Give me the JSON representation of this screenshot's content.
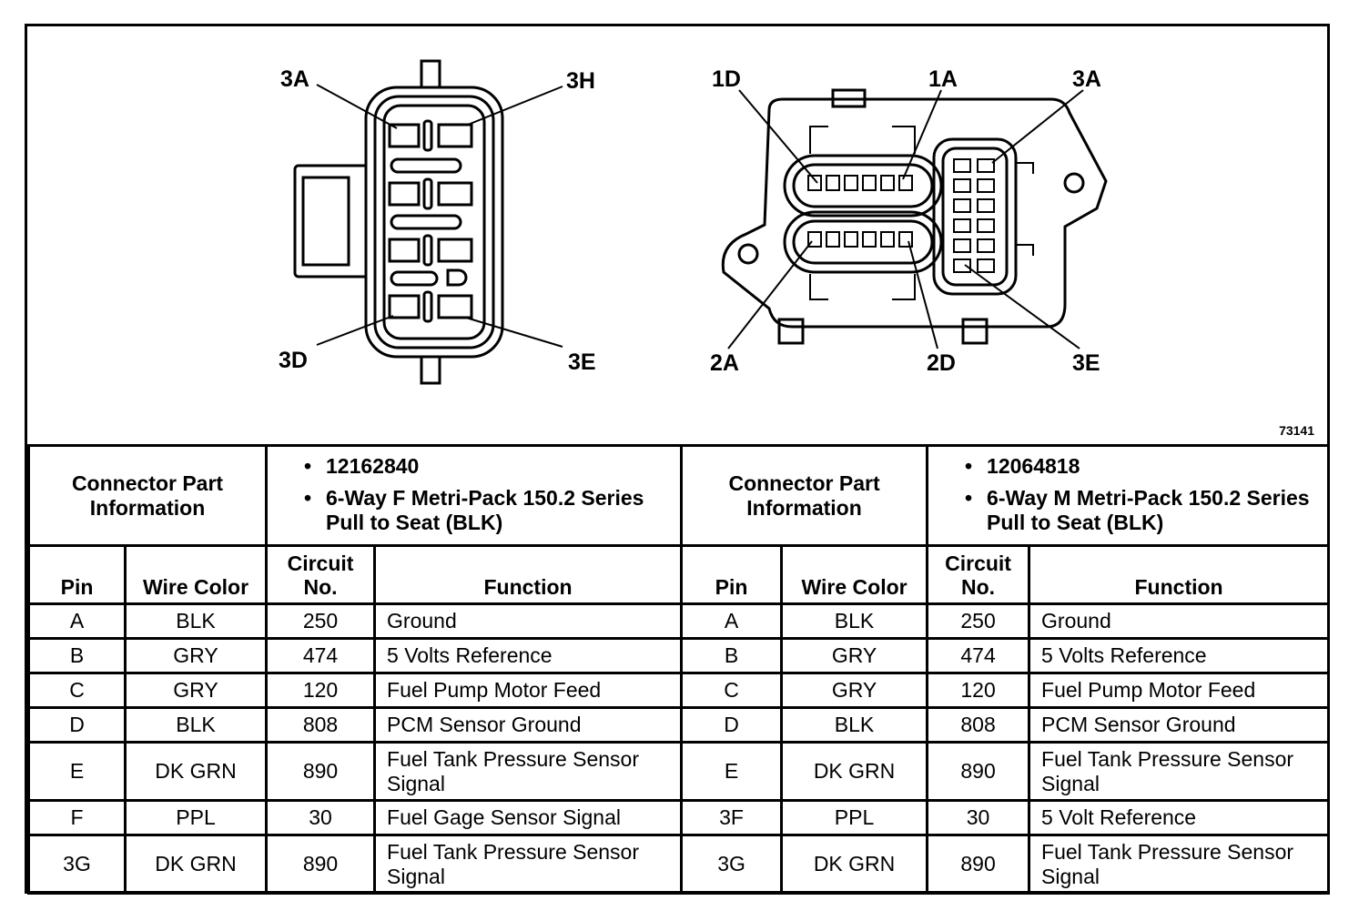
{
  "figure": {
    "left_connector_callouts": [
      "3A",
      "3H",
      "3D",
      "3E"
    ],
    "right_connector_callouts": [
      "1D",
      "1A",
      "3A",
      "2A",
      "2D",
      "3E"
    ],
    "figure_number": "73141"
  },
  "connectors": [
    {
      "label": "Connector Part Information",
      "info": [
        "12162840",
        "6-Way F Metri-Pack 150.2 Series Pull to Seat (BLK)"
      ]
    },
    {
      "label": "Connector Part Information",
      "info": [
        "12064818",
        "6-Way M Metri-Pack 150.2 Series Pull to Seat (BLK)"
      ]
    }
  ],
  "columns": [
    "Pin",
    "Wire Color",
    "Circuit No.",
    "Function"
  ],
  "tables": [
    {
      "rows": [
        {
          "pin": "A",
          "color": "BLK",
          "circuit": "250",
          "function": "Ground"
        },
        {
          "pin": "B",
          "color": "GRY",
          "circuit": "474",
          "function": "5 Volts Reference"
        },
        {
          "pin": "C",
          "color": "GRY",
          "circuit": "120",
          "function": "Fuel Pump Motor Feed"
        },
        {
          "pin": "D",
          "color": "BLK",
          "circuit": "808",
          "function": "PCM Sensor Ground"
        },
        {
          "pin": "E",
          "color": "DK GRN",
          "circuit": "890",
          "function": "Fuel Tank Pressure Sensor Signal"
        },
        {
          "pin": "F",
          "color": "PPL",
          "circuit": "30",
          "function": "Fuel Gage Sensor Signal"
        },
        {
          "pin": "3G",
          "color": "DK GRN",
          "circuit": "890",
          "function": "Fuel Tank Pressure Sensor Signal"
        }
      ]
    },
    {
      "rows": [
        {
          "pin": "A",
          "color": "BLK",
          "circuit": "250",
          "function": "Ground"
        },
        {
          "pin": "B",
          "color": "GRY",
          "circuit": "474",
          "function": "5 Volts Reference"
        },
        {
          "pin": "C",
          "color": "GRY",
          "circuit": "120",
          "function": "Fuel Pump Motor Feed"
        },
        {
          "pin": "D",
          "color": "BLK",
          "circuit": "808",
          "function": "PCM Sensor Ground"
        },
        {
          "pin": "E",
          "color": "DK GRN",
          "circuit": "890",
          "function": "Fuel Tank Pressure Sensor Signal"
        },
        {
          "pin": "3F",
          "color": "PPL",
          "circuit": "30",
          "function": "5 Volt Reference"
        },
        {
          "pin": "3G",
          "color": "DK GRN",
          "circuit": "890",
          "function": "Fuel Tank Pressure Sensor Signal"
        }
      ]
    }
  ]
}
